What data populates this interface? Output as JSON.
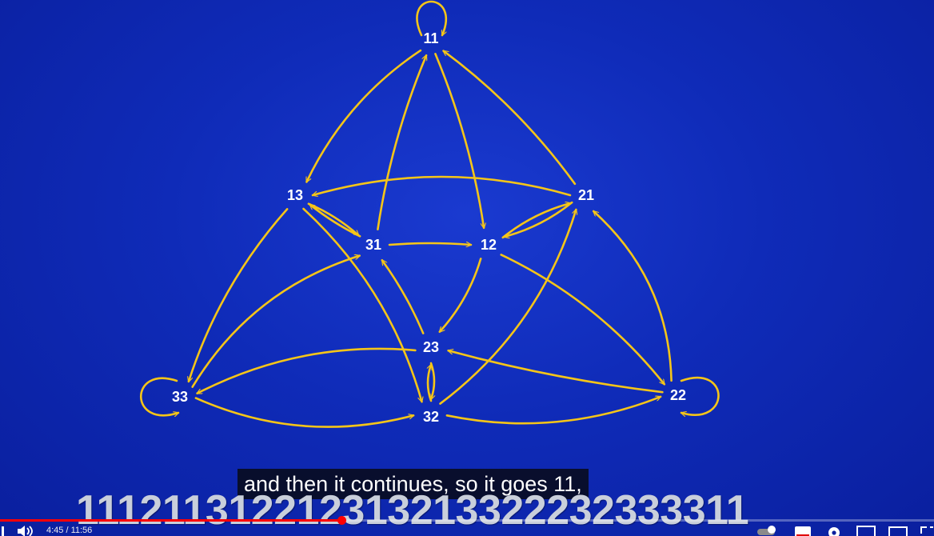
{
  "graph": {
    "nodes": [
      {
        "id": "11",
        "label": "11"
      },
      {
        "id": "13",
        "label": "13"
      },
      {
        "id": "21",
        "label": "21"
      },
      {
        "id": "31",
        "label": "31"
      },
      {
        "id": "12",
        "label": "12"
      },
      {
        "id": "23",
        "label": "23"
      },
      {
        "id": "33",
        "label": "33"
      },
      {
        "id": "32",
        "label": "32"
      },
      {
        "id": "22",
        "label": "22"
      }
    ],
    "edges": [
      {
        "from": "11",
        "to": "11"
      },
      {
        "from": "11",
        "to": "13"
      },
      {
        "from": "11",
        "to": "12"
      },
      {
        "from": "21",
        "to": "11"
      },
      {
        "from": "31",
        "to": "11"
      },
      {
        "from": "21",
        "to": "13"
      },
      {
        "from": "31",
        "to": "13"
      },
      {
        "from": "13",
        "to": "31"
      },
      {
        "from": "13",
        "to": "33"
      },
      {
        "from": "13",
        "to": "32"
      },
      {
        "from": "31",
        "to": "12"
      },
      {
        "from": "21",
        "to": "12"
      },
      {
        "from": "12",
        "to": "21"
      },
      {
        "from": "12",
        "to": "23"
      },
      {
        "from": "12",
        "to": "22"
      },
      {
        "from": "23",
        "to": "31"
      },
      {
        "from": "33",
        "to": "31"
      },
      {
        "from": "23",
        "to": "33"
      },
      {
        "from": "23",
        "to": "32"
      },
      {
        "from": "32",
        "to": "23"
      },
      {
        "from": "22",
        "to": "23"
      },
      {
        "from": "32",
        "to": "21"
      },
      {
        "from": "22",
        "to": "21"
      },
      {
        "from": "33",
        "to": "33"
      },
      {
        "from": "33",
        "to": "32"
      },
      {
        "from": "32",
        "to": "22"
      },
      {
        "from": "22",
        "to": "22"
      }
    ],
    "edge_color": "#f5c518",
    "background_color": "#0f2bb8"
  },
  "caption": "and then it continues, so it goes 11,",
  "sequence": "111211312212313213322232333311",
  "player": {
    "time": "4:45 / 11:56",
    "progress_fraction": 0.366,
    "progress_color": "#ff0000"
  }
}
